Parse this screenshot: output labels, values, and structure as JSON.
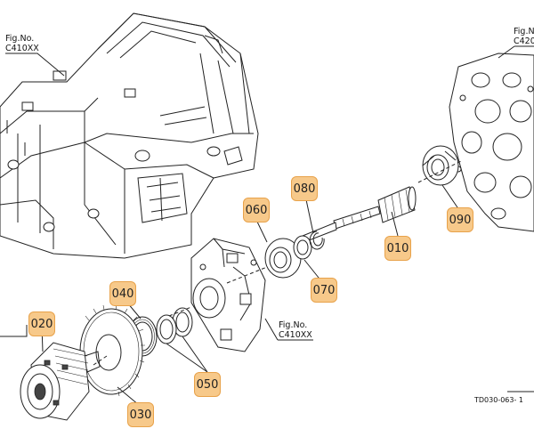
{
  "figure_refs": [
    {
      "line1": "Fig.No.",
      "line2": "C410XX"
    },
    {
      "line1": "Fig.N",
      "line2": "C420"
    },
    {
      "line1": "Fig.No.",
      "line2": "C410XX"
    }
  ],
  "part_labels": [
    "010",
    "020",
    "030",
    "040",
    "050",
    "060",
    "070",
    "080",
    "090"
  ],
  "doc_code": "TD030-063- 1"
}
